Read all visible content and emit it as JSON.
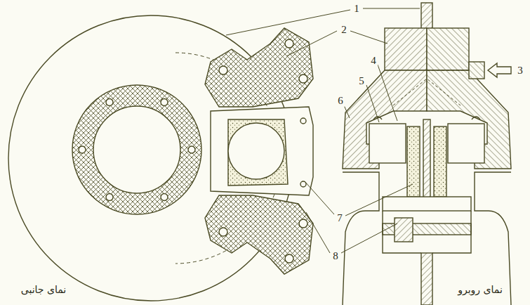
{
  "diagram": {
    "labels": [
      "1",
      "2",
      "3",
      "4",
      "5",
      "6",
      "7",
      "8",
      "نمای جانبی",
      "نمای روبرو"
    ]
  }
}
